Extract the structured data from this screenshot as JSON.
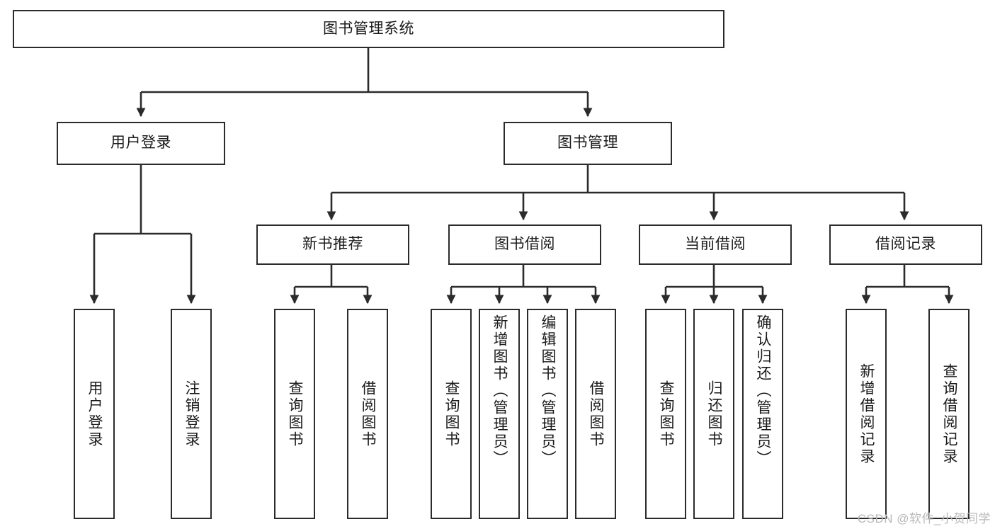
{
  "diagram": {
    "title": "图书管理系统",
    "type": "hierarchy-tree",
    "watermark": "CSDN @软件_小贺同学",
    "colors": {
      "background": "#ffffff",
      "node_fill": "#ffffff",
      "node_border": "#2b2b2b",
      "edge": "#2b2b2b",
      "text": "#1a1a1a",
      "watermark": "#b9b9b9"
    },
    "levels": {
      "root": {
        "label": "图书管理系统"
      },
      "level2": [
        {
          "label": "用户登录"
        },
        {
          "label": "图书管理"
        }
      ],
      "level3": [
        {
          "label": "新书推荐"
        },
        {
          "label": "图书借阅"
        },
        {
          "label": "当前借阅"
        },
        {
          "label": "借阅记录"
        }
      ],
      "leaves": {
        "user_login": [
          {
            "label": "用户登录"
          },
          {
            "label": "注销登录"
          }
        ],
        "new_book_recommend": [
          {
            "label": "查询图书"
          },
          {
            "label": "借阅图书"
          }
        ],
        "book_borrow": [
          {
            "label": "查询图书"
          },
          {
            "label": "新增图书（管理员）"
          },
          {
            "label": "编辑图书（管理员）"
          },
          {
            "label": "借阅图书"
          }
        ],
        "current_borrow": [
          {
            "label": "查询图书"
          },
          {
            "label": "归还图书"
          },
          {
            "label": "确认归还（管理员）"
          }
        ],
        "borrow_record": [
          {
            "label": "新增借阅记录"
          },
          {
            "label": "查询借阅记录"
          }
        ]
      }
    }
  }
}
